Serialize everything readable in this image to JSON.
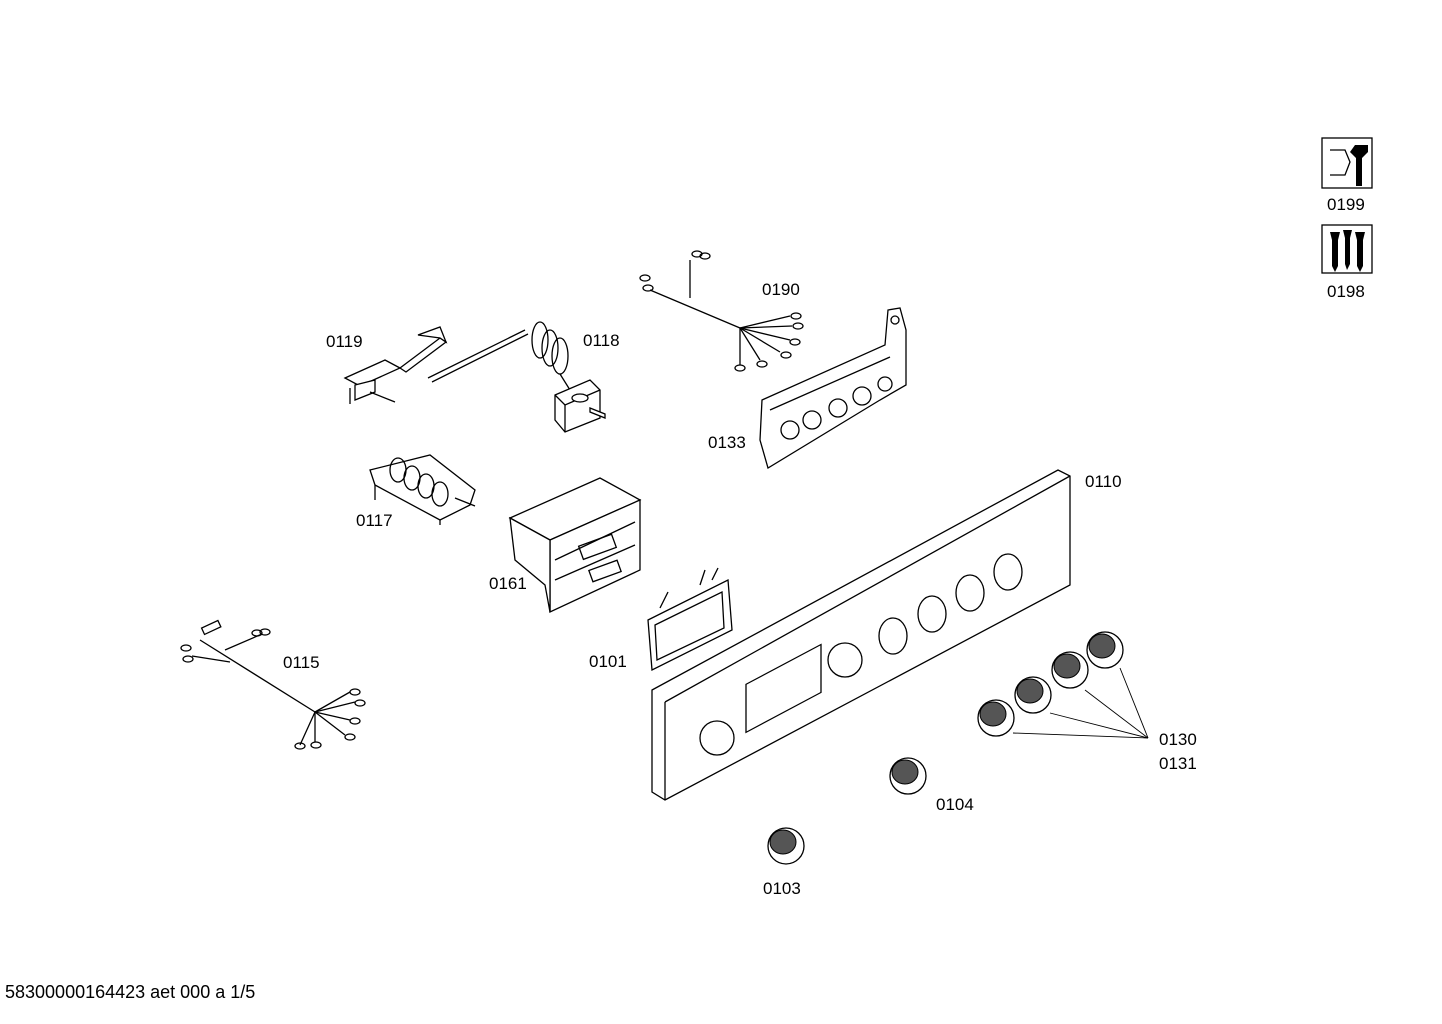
{
  "parts": {
    "p0119": "0119",
    "p0118": "0118",
    "p0190": "0190",
    "p0133": "0133",
    "p0117": "0117",
    "p0161": "0161",
    "p0110": "0110",
    "p0115": "0115",
    "p0101": "0101",
    "p0130": "0130",
    "p0131": "0131",
    "p0104": "0104",
    "p0103": "0103",
    "p0199": "0199",
    "p0198": "0198"
  },
  "icons": {
    "p0199": "tools-icon",
    "p0198": "screws-icon"
  },
  "footer": "58300000164423 aet 000 a 1/5"
}
